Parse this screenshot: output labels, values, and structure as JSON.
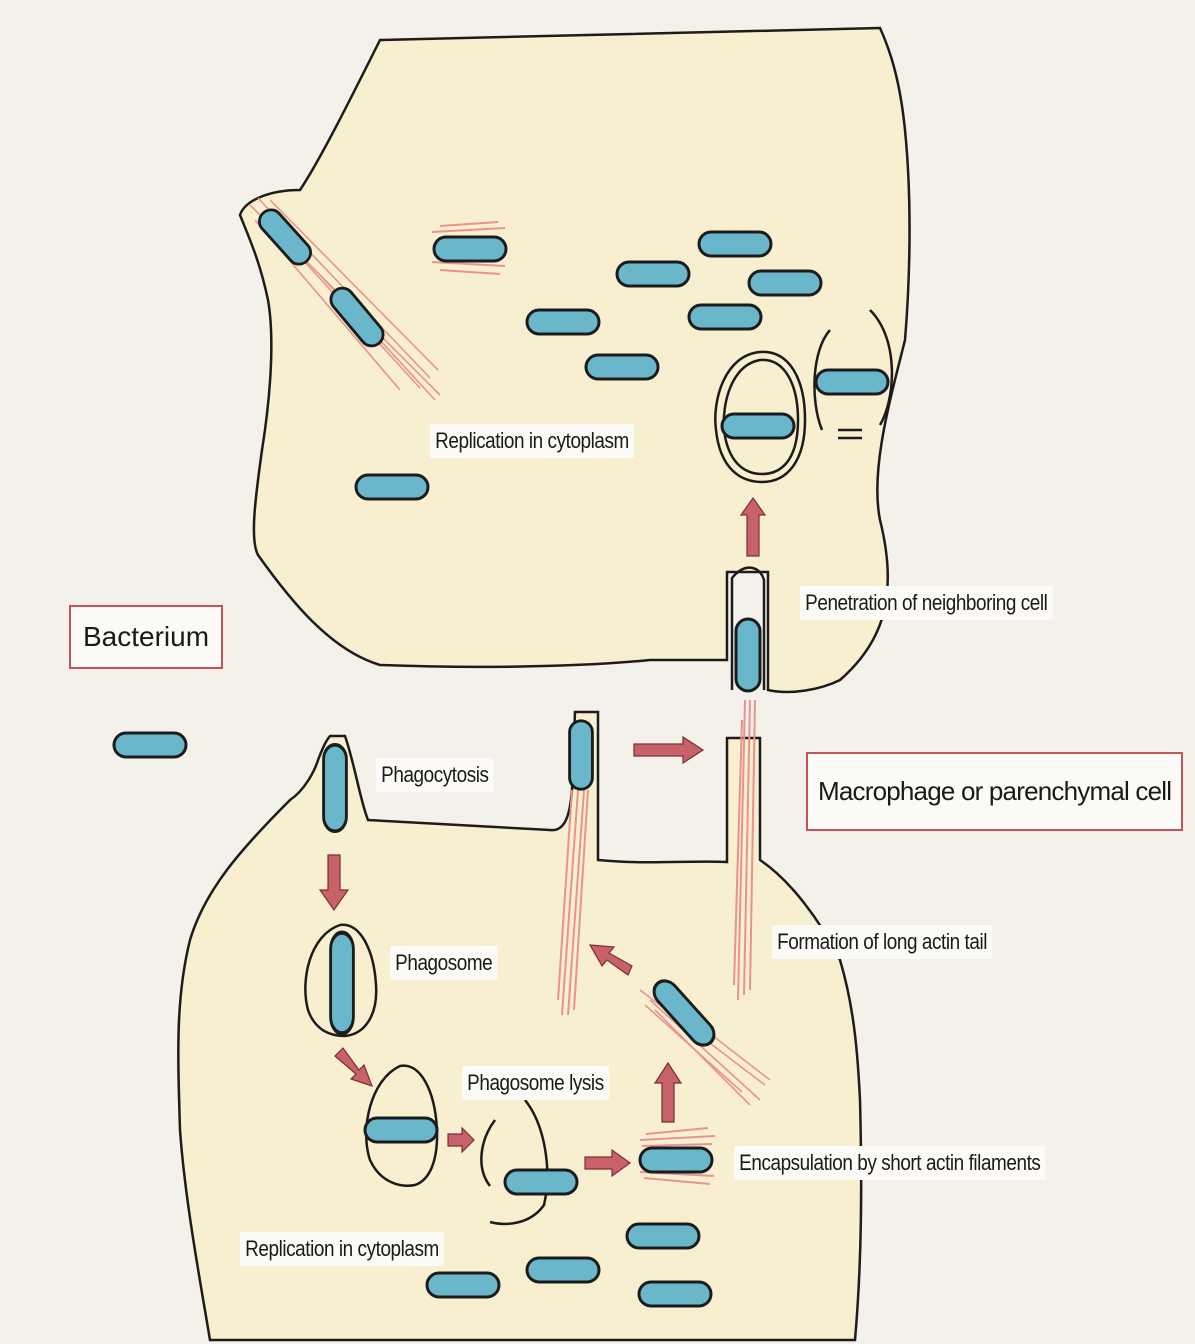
{
  "labels": {
    "replication_top": "Replication in cytoplasm",
    "penetration": "Penetration of neighboring cell",
    "bacterium": "Bacterium",
    "phagocytosis": "Phagocytosis",
    "macrophage": "Macrophage or parenchymal cell",
    "formation": "Formation of long actin tail",
    "phagosome": "Phagosome",
    "phagosome_lysis": "Phagosome lysis",
    "encapsulation": "Encapsulation by short actin filaments",
    "replication_bottom": "Replication in cytoplasm"
  },
  "colors": {
    "background": "#f3f1ea",
    "cytoplasm": "#f7efcf",
    "bacterium_fill": "#6ab7cc",
    "actin": "#e8938f",
    "arrow": "#c7616a",
    "outline": "#1c1c1c"
  }
}
